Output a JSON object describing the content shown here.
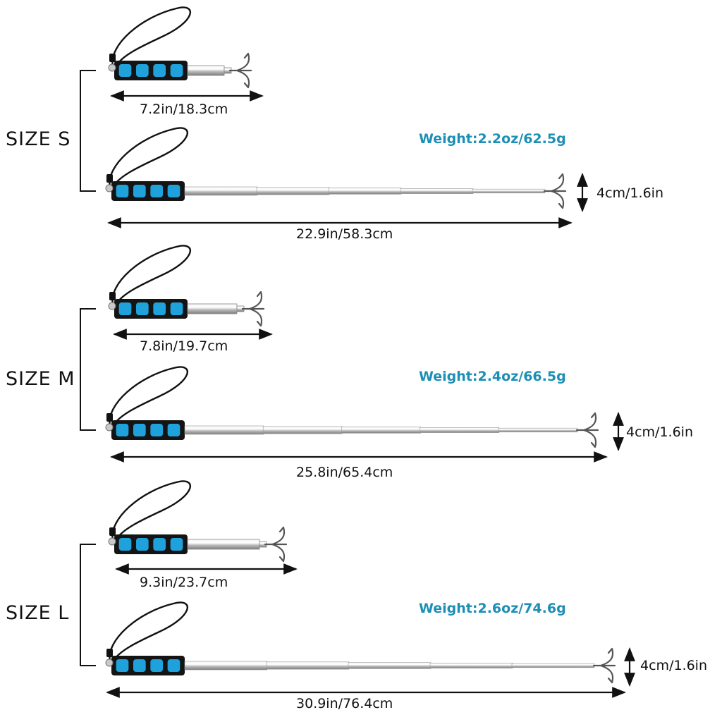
{
  "accent_color": "#1d8fb5",
  "grip_blue": "#1fa2dc",
  "groups": [
    {
      "size": "SIZE S",
      "weight": "Weight:2.2oz/62.5g",
      "collapsed_length": "7.2in/18.3cm",
      "extended_length": "22.9in/58.3cm",
      "hook_width": "4cm/1.6in"
    },
    {
      "size": "SIZE M",
      "weight": "Weight:2.4oz/66.5g",
      "collapsed_length": "7.8in/19.7cm",
      "extended_length": "25.8in/65.4cm",
      "hook_width": "4cm/1.6in"
    },
    {
      "size": "SIZE L",
      "weight": "Weight:2.6oz/74.6g",
      "collapsed_length": "9.3in/23.7cm",
      "extended_length": "30.9in/76.4cm",
      "hook_width": "4cm/1.6in"
    }
  ]
}
